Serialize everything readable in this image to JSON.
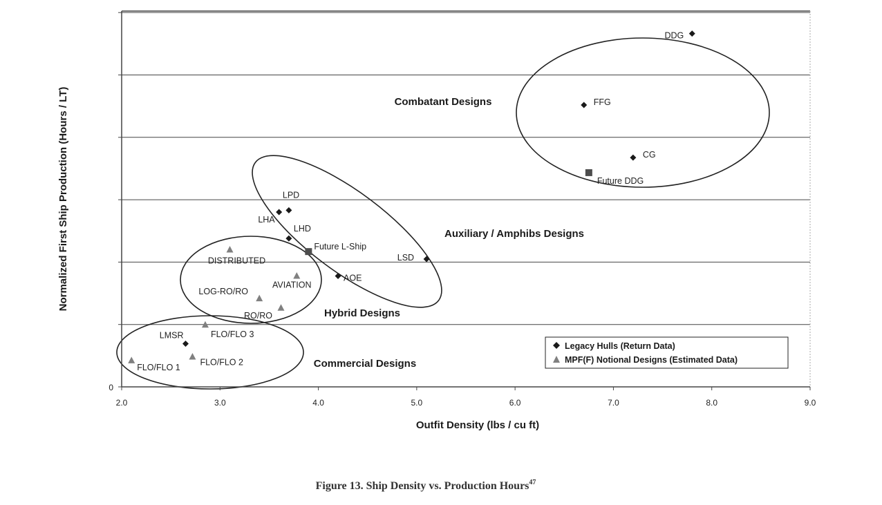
{
  "chart_data": {
    "type": "scatter",
    "xlabel": "Outfit Density (lbs / cu ft)",
    "ylabel": "Normalized First Ship Production (Hours / LT)",
    "xlim": [
      2.0,
      9.0
    ],
    "x_ticks": [
      "2.0",
      "3.0",
      "4.0",
      "5.0",
      "6.0",
      "7.0",
      "8.0",
      "9.0"
    ],
    "y_ticks": [
      "0"
    ],
    "grid": "horizontal",
    "legend_position": "bottom-right",
    "series": [
      {
        "name": "Legacy Hulls (Return Data)",
        "marker": "diamond",
        "color": "#1a1a1a",
        "points": [
          {
            "label": "DDG",
            "x": 7.8,
            "y": 9.4
          },
          {
            "label": "FFG",
            "x": 6.7,
            "y": 7.5
          },
          {
            "label": "CG",
            "x": 7.2,
            "y": 6.1
          },
          {
            "label": "LPD",
            "x": 3.7,
            "y": 4.7
          },
          {
            "label": "LHA",
            "x": 3.6,
            "y": 4.65
          },
          {
            "label": "LHD",
            "x": 3.7,
            "y": 3.95
          },
          {
            "label": "LSD",
            "x": 5.1,
            "y": 3.4
          },
          {
            "label": "AOE",
            "x": 4.2,
            "y": 2.95
          },
          {
            "label": "LMSR",
            "x": 2.65,
            "y": 1.15
          }
        ]
      },
      {
        "name": "MPF(F) Notional Designs (Estimated Data)",
        "marker": "triangle",
        "color": "#808080",
        "points": [
          {
            "label": "DISTRIBUTED",
            "x": 3.1,
            "y": 3.65
          },
          {
            "label": "AVIATION",
            "x": 3.78,
            "y": 2.95
          },
          {
            "label": "LOG-RO/RO",
            "x": 3.4,
            "y": 2.35
          },
          {
            "label": "RO/RO",
            "x": 3.62,
            "y": 2.1
          },
          {
            "label": "FLO/FLO 3",
            "x": 2.85,
            "y": 1.65
          },
          {
            "label": "FLO/FLO 2",
            "x": 2.72,
            "y": 0.8
          },
          {
            "label": "FLO/FLO 1",
            "x": 2.1,
            "y": 0.7
          }
        ]
      },
      {
        "name": "",
        "marker": "square",
        "color": "#4d4d4d",
        "points": [
          {
            "label": "Future DDG",
            "x": 6.75,
            "y": 5.7
          },
          {
            "label": "Future L-Ship",
            "x": 3.9,
            "y": 3.6
          }
        ]
      }
    ],
    "annotations": [
      "Combatant Designs",
      "Auxiliary / Amphibs Designs",
      "Hybrid Designs",
      "Commercial Designs"
    ]
  },
  "caption": "Figure 13. Ship Density vs. Production Hours",
  "caption_ref": "47"
}
